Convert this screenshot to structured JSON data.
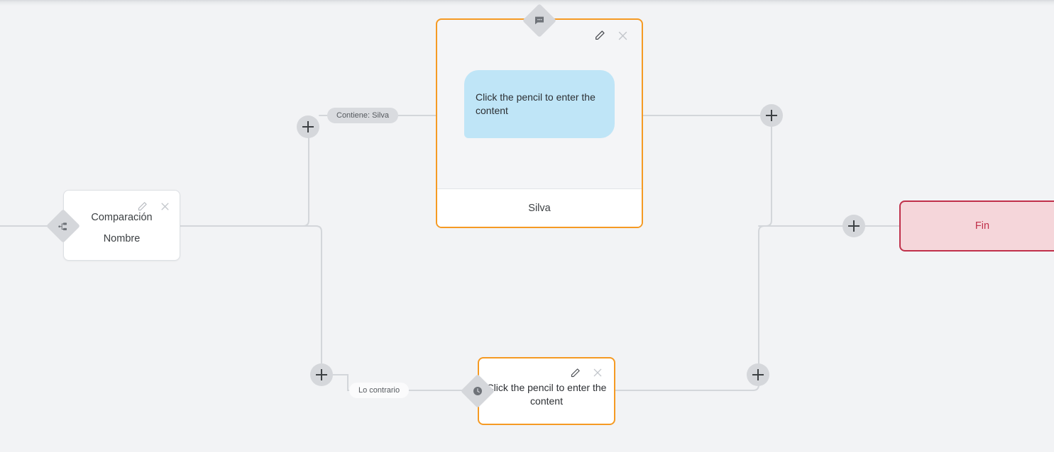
{
  "canvas": {
    "background_color": "#f2f3f5",
    "accent_orange": "#f59a23",
    "end_color": "#c0304a",
    "bubble_color": "#bfe5f7",
    "handle_color": "#d5d7db"
  },
  "nodes": {
    "comparison": {
      "title": "Comparación",
      "subtitle": "Nombre",
      "handle_icon": "branch-icon",
      "edit_icon": "pencil-icon",
      "close_icon": "close-icon"
    },
    "message": {
      "bubble_text": "Click the pencil to enter the content",
      "footer_label": "Silva",
      "handle_icon": "message-bubble-icon",
      "edit_icon": "pencil-icon",
      "close_icon": "close-icon"
    },
    "wait": {
      "text": "Click the pencil to enter the content",
      "handle_icon": "clock-icon",
      "edit_icon": "pencil-icon",
      "close_icon": "close-icon"
    },
    "end": {
      "label": "Fin"
    }
  },
  "edge_labels": {
    "contains": "Contiene: Silva",
    "otherwise": "Lo contrario"
  },
  "add_buttons": {
    "top_left": "+",
    "bottom_left": "+",
    "top_right": "+",
    "bottom_right": "+",
    "end": "+"
  }
}
